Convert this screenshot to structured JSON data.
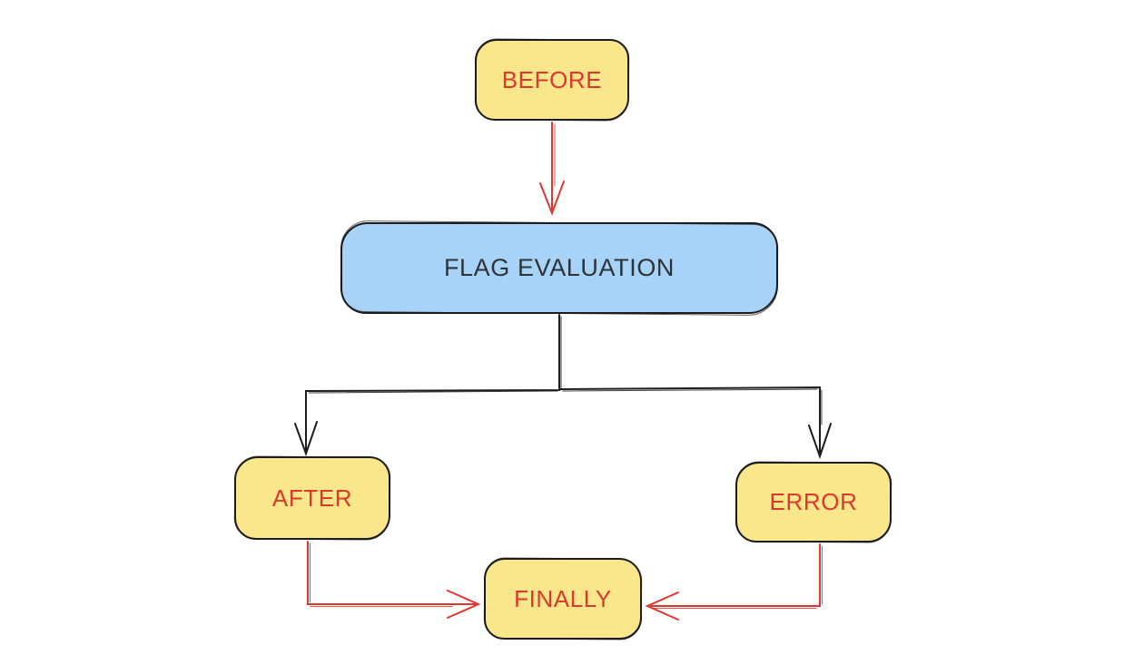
{
  "diagram": {
    "type": "flowchart",
    "background": "#FFFFFF",
    "colors": {
      "node_yellow": "#FAE78C",
      "node_blue": "#A8D3F8",
      "node_border": "#1D1D1D",
      "label_red": "#DC382D",
      "label_dark": "#2E3338",
      "arrow_red": "#DC382D",
      "arrow_black": "#1D1D1D"
    },
    "nodes": [
      {
        "id": "before",
        "label": "BEFORE",
        "shape": "rounded-rectangle",
        "fill": "#FAE78C",
        "text_color": "#DC382D"
      },
      {
        "id": "flag-evaluation",
        "label": "FLAG EVALUATION",
        "shape": "rounded-rectangle",
        "fill": "#A8D3F8",
        "text_color": "#2E3338"
      },
      {
        "id": "after",
        "label": "AFTER",
        "shape": "rounded-rectangle",
        "fill": "#FAE78C",
        "text_color": "#DC382D"
      },
      {
        "id": "error",
        "label": "ERROR",
        "shape": "rounded-rectangle",
        "fill": "#FAE78C",
        "text_color": "#DC382D"
      },
      {
        "id": "finally",
        "label": "FINALLY",
        "shape": "rounded-rectangle",
        "fill": "#FAE78C",
        "text_color": "#DC382D"
      }
    ],
    "edges": [
      {
        "from": "before",
        "to": "flag-evaluation",
        "style": "sketch-arrow",
        "color": "#DC382D"
      },
      {
        "from": "flag-evaluation",
        "to": "after",
        "style": "sketch-arrow",
        "color": "#1D1D1D"
      },
      {
        "from": "flag-evaluation",
        "to": "error",
        "style": "sketch-arrow",
        "color": "#1D1D1D"
      },
      {
        "from": "after",
        "to": "finally",
        "style": "sketch-arrow",
        "color": "#DC382D"
      },
      {
        "from": "error",
        "to": "finally",
        "style": "sketch-arrow",
        "color": "#DC382D"
      }
    ]
  }
}
